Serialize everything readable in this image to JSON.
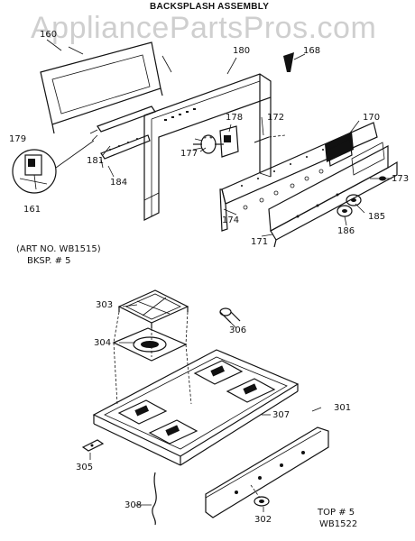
{
  "header": {
    "title": "BACKSPLASH ASSEMBLY",
    "watermark": "AppliancePartsPros.com"
  },
  "notes": {
    "art_no": "(ART NO. WB1515)",
    "bksp": "BKSP. # 5",
    "top": "TOP # 5",
    "top_part": "WB1522"
  },
  "callouts": {
    "p160": "160",
    "p161": "161",
    "p168": "168",
    "p170": "170",
    "p171": "171",
    "p172": "172",
    "p173": "173",
    "p174": "174",
    "p177": "177",
    "p178": "178",
    "p179": "179",
    "p180": "180",
    "p181": "181",
    "p184": "184",
    "p185": "185",
    "p186": "186",
    "p301": "301",
    "p302": "302",
    "p303": "303",
    "p304": "304",
    "p305": "305",
    "p306": "306",
    "p307": "307",
    "p308": "308"
  }
}
